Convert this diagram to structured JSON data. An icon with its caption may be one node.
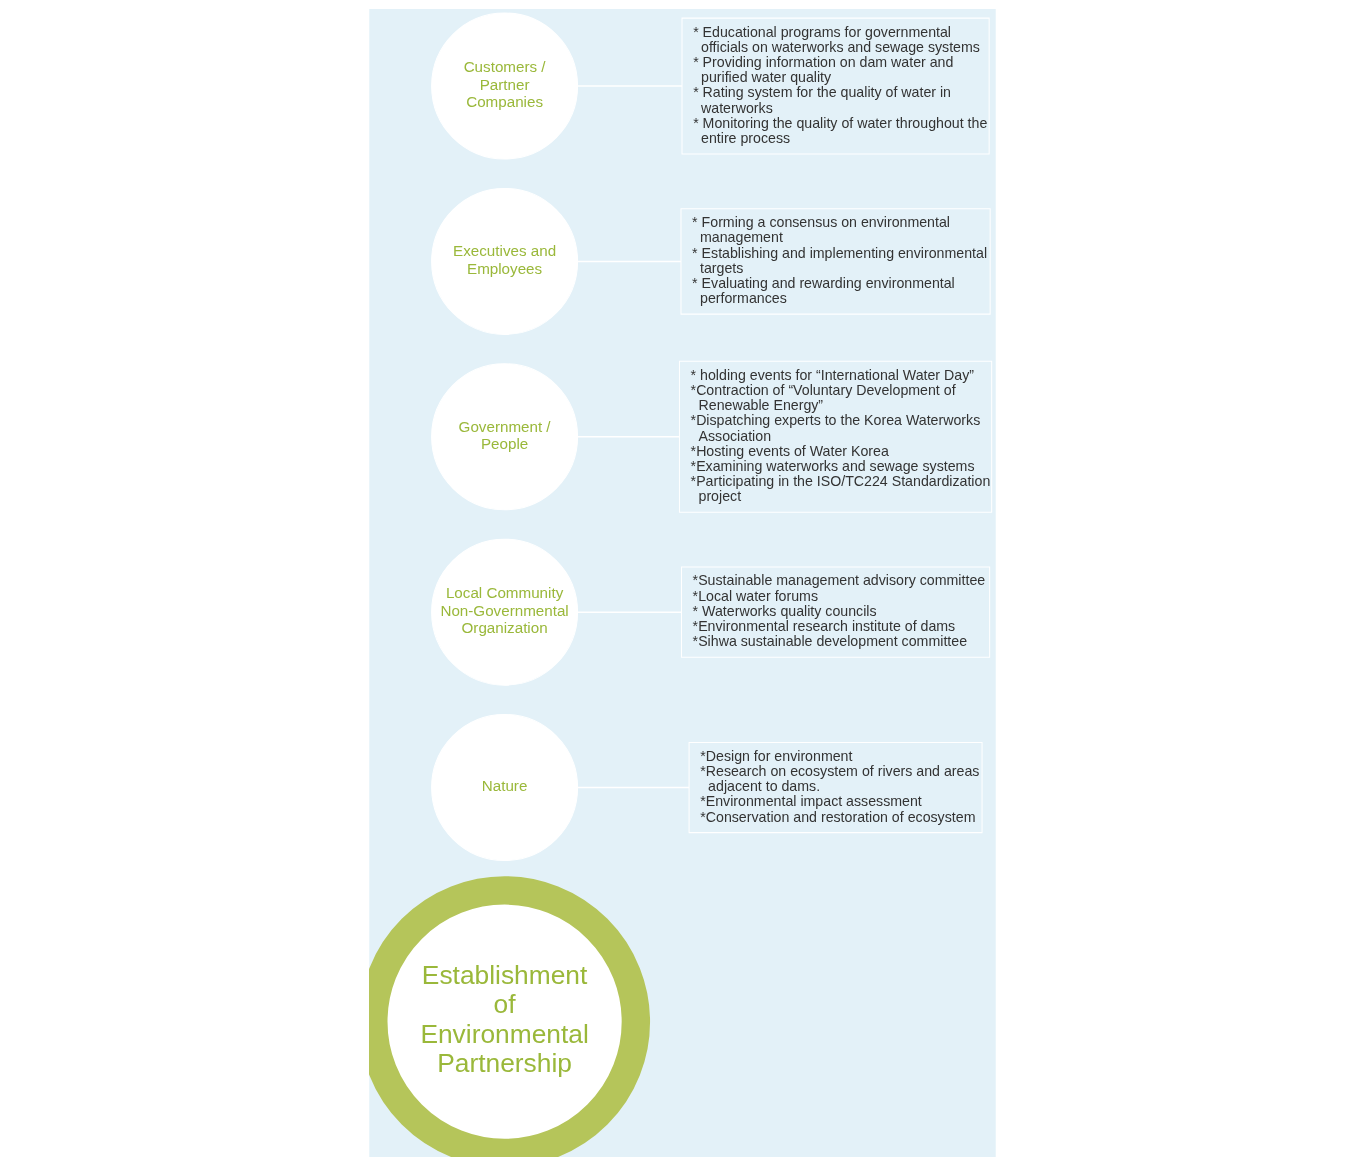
{
  "diagram": {
    "nodes": [
      {
        "text": [
          "Establishment of Environmental Partnership"
        ]
      },
      {
        "text": [
          "Nature"
        ]
      },
      {
        "text": [
          "Local Community Non-Governmental Organization"
        ]
      },
      {
        "text": [
          "Government / People"
        ]
      },
      {
        "text": [
          "Executives and Employees"
        ]
      },
      {
        "text": [
          "Customers / Partner Companies"
        ]
      },
      {
        "text": [
          "*Design for environment",
          "*Research on ecosystem of rivers and areas adjacent to dams.",
          "*Environmental impact assessment",
          "*Conservation and restoration of ecosystem"
        ]
      },
      {
        "text": [
          "*Sustainable management advisory committee",
          "*Local water forums",
          "* Waterworks quality councils",
          "*Environmental research institute of dams",
          "*Sihwa sustainable development committee"
        ]
      },
      {
        "text": [
          "* holding events for “International Water Day”",
          "*Contraction of “Voluntary Development of Renewable Energy”",
          "*Dispatching experts to the Korea Waterworks Association",
          "*Hosting events of Water Korea",
          "*Examining waterworks and sewage systems",
          "*Participating in the ISO/TC224 Standardization project"
        ]
      },
      {
        "text": [
          "* Forming a consensus on environmental management",
          "* Establishing and implementing environmental targets",
          "* Evaluating and rewarding environmental performances"
        ]
      },
      {
        "text": [
          "* Educational programs for governmental officials on waterworks and sewage systems",
          "* Providing information on dam water and purified water quality",
          "* Rating system for the quality of water in waterworks",
          "* Monitoring the quality of water throughout the entire process"
        ]
      }
    ],
    "edges": [
      {
        "from": 1,
        "to": 6,
        "arrow": "none"
      },
      {
        "from": 2,
        "to": 7,
        "arrow": "none"
      },
      {
        "from": 3,
        "to": 8,
        "arrow": "none"
      },
      {
        "from": 4,
        "to": 9,
        "arrow": "none"
      },
      {
        "from": 5,
        "to": 10,
        "arrow": "none"
      }
    ]
  }
}
